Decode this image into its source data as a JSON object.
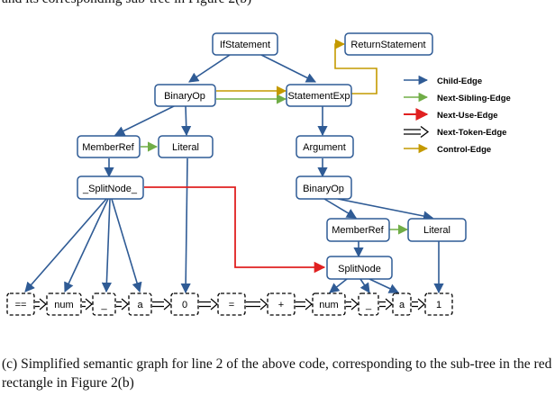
{
  "top_text": "and its corresponding sub-tree in Figure 2(b)",
  "nodes": {
    "ifstatement": "IfStatement",
    "returnstatement": "ReturnStatement",
    "binaryop_left": "BinaryOp",
    "statementexp": "StatementExp",
    "memberref_left": "MemberRef",
    "literal_left": "Literal",
    "argument": "Argument",
    "splitnode_left": "_SplitNode_",
    "binaryop_right": "BinaryOp",
    "memberref_right": "MemberRef",
    "literal_right": "Literal",
    "splitnode_right": "SplitNode"
  },
  "tokens": [
    "==",
    "num",
    "_",
    "a",
    "0",
    "=",
    "+",
    "num",
    "_",
    "a",
    "1"
  ],
  "legend": [
    {
      "label": "Child-Edge",
      "color": "#2f5b95"
    },
    {
      "label": "Next-Sibling-Edge",
      "color": "#70ad47"
    },
    {
      "label": "Next-Use-Edge",
      "color": "#e02020"
    },
    {
      "label": "Next-Token-Edge",
      "color": "#000000"
    },
    {
      "label": "Control-Edge",
      "color": "#c49a00"
    }
  ],
  "colors": {
    "node_border": "#2f5b95",
    "child_edge": "#2f5b95",
    "sibling_edge": "#70ad47",
    "use_edge": "#e02020",
    "control_edge": "#c49a00"
  },
  "caption": "(c)  Simplified semantic graph for line 2 of the above code, corresponding to the sub-tree in the red rectangle in Figure 2(b)"
}
